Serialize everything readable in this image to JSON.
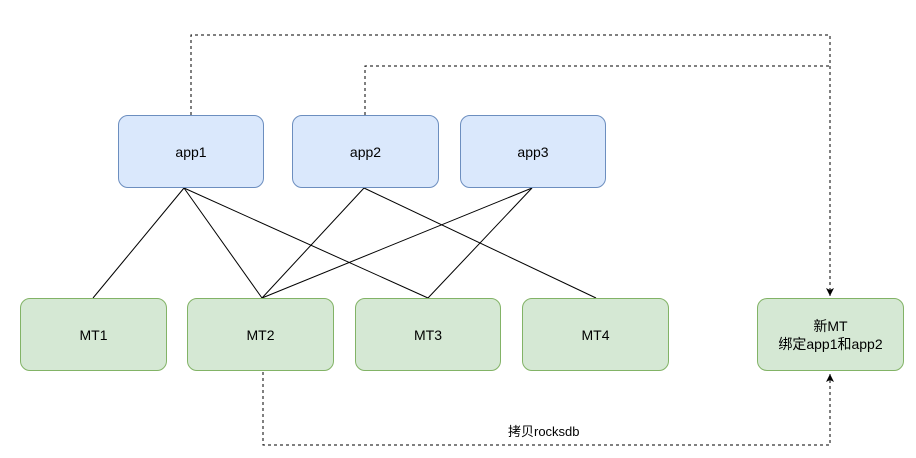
{
  "nodes": {
    "app1": {
      "label": "app1"
    },
    "app2": {
      "label": "app2"
    },
    "app3": {
      "label": "app3"
    },
    "mt1": {
      "label": "MT1"
    },
    "mt2": {
      "label": "MT2"
    },
    "mt3": {
      "label": "MT3"
    },
    "mt4": {
      "label": "MT4"
    },
    "new_mt": {
      "line1": "新MT",
      "line2": "绑定app1和app2"
    }
  },
  "edges": {
    "copy_label": "拷贝rocksdb"
  },
  "colors": {
    "app_fill": "#dae8fc",
    "app_stroke": "#6c8ebf",
    "mt_fill": "#d5e8d4",
    "mt_stroke": "#82b366",
    "line": "#000000"
  }
}
